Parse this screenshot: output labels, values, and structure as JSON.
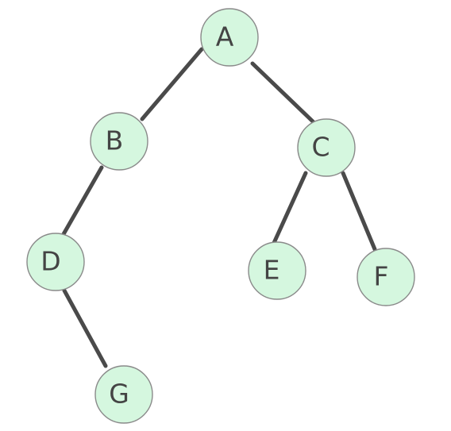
{
  "tree": {
    "colors": {
      "node_fill": "#d5f7df",
      "node_stroke": "#8a8a8a",
      "edge": "#4a4a4a",
      "label": "#444444"
    },
    "nodes": [
      {
        "id": "A",
        "label": "A"
      },
      {
        "id": "B",
        "label": "B"
      },
      {
        "id": "C",
        "label": "C"
      },
      {
        "id": "D",
        "label": "D"
      },
      {
        "id": "E",
        "label": "E"
      },
      {
        "id": "F",
        "label": "F"
      },
      {
        "id": "G",
        "label": "G"
      }
    ],
    "edges": [
      {
        "from": "A",
        "to": "B"
      },
      {
        "from": "A",
        "to": "C"
      },
      {
        "from": "B",
        "to": "D"
      },
      {
        "from": "D",
        "to": "G"
      },
      {
        "from": "C",
        "to": "E"
      },
      {
        "from": "C",
        "to": "F"
      }
    ]
  }
}
